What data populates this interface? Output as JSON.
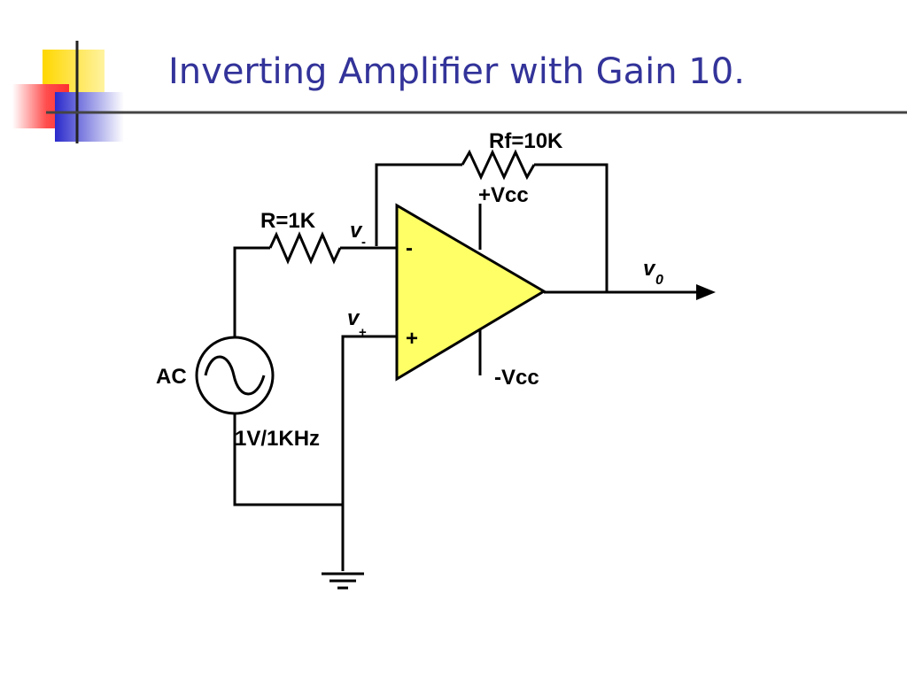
{
  "slide": {
    "title": "Inverting Amplifier with Gain 10."
  },
  "circuit": {
    "feedback_resistor_label": "Rf=10K",
    "input_resistor_label": "R=1K",
    "positive_supply_label": "+Vcc",
    "negative_supply_label": "-Vcc",
    "source_label": "AC",
    "source_rating": "1V/1KHz",
    "inverting_node_symbol": "v",
    "inverting_node_sub": "-",
    "noninverting_node_symbol": "v",
    "noninverting_node_sub": "+",
    "output_symbol": "v",
    "output_sub": "0",
    "opamp_minus_sign": "-",
    "opamp_plus_sign": "+"
  },
  "colors": {
    "title": "#33339a",
    "opamp_fill": "#ffff66",
    "accent_yellow": "#ffcc00",
    "accent_red": "#ff3333",
    "accent_blue": "#3333cc"
  }
}
